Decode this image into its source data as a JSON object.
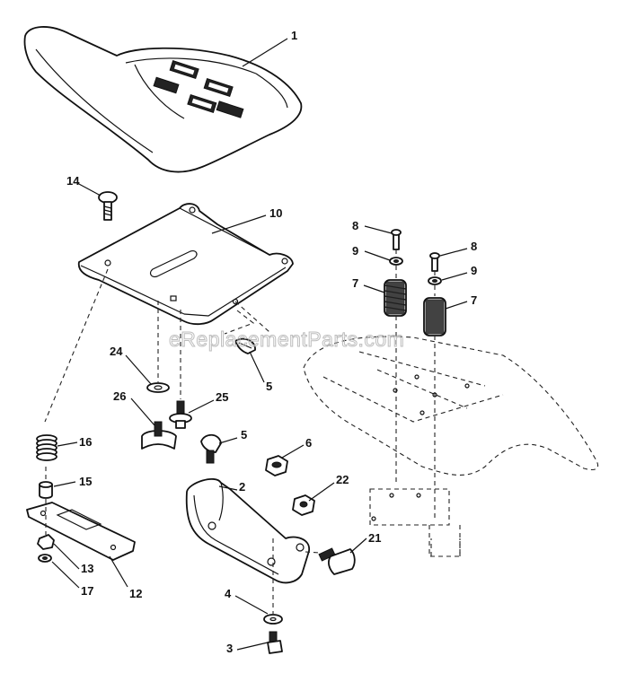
{
  "watermark": "eReplacementParts.com",
  "callouts": {
    "c1": "1",
    "c2": "2",
    "c3": "3",
    "c4": "4",
    "c5a": "5",
    "c5b": "5",
    "c6": "6",
    "c7a": "7",
    "c7b": "7",
    "c8a": "8",
    "c8b": "8",
    "c9a": "9",
    "c9b": "9",
    "c10": "10",
    "c12": "12",
    "c13": "13",
    "c14": "14",
    "c15": "15",
    "c16": "16",
    "c17": "17",
    "c21": "21",
    "c22": "22",
    "c24": "24",
    "c25": "25",
    "c26": "26"
  }
}
